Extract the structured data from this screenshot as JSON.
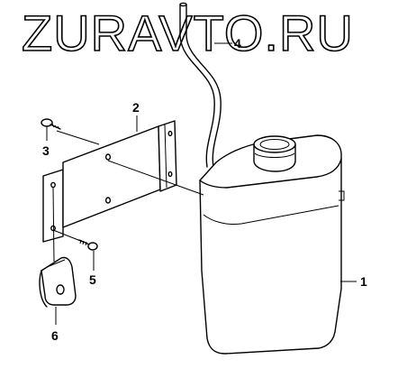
{
  "watermark": {
    "text": "ZURAVTO.RU"
  },
  "corner_mark": "",
  "callouts": [
    {
      "id": "1",
      "label": "1"
    },
    {
      "id": "2",
      "label": "2"
    },
    {
      "id": "3",
      "label": "3"
    },
    {
      "id": "4",
      "label": "4"
    },
    {
      "id": "5",
      "label": "5"
    },
    {
      "id": "6",
      "label": "6"
    }
  ],
  "parts": [
    {
      "callout": "1",
      "icon": "washer-reservoir-tank"
    },
    {
      "callout": "2",
      "icon": "mounting-bracket"
    },
    {
      "callout": "3",
      "icon": "screw"
    },
    {
      "callout": "4",
      "icon": "hose"
    },
    {
      "callout": "5",
      "icon": "screw"
    },
    {
      "callout": "6",
      "icon": "clip-nut"
    }
  ]
}
